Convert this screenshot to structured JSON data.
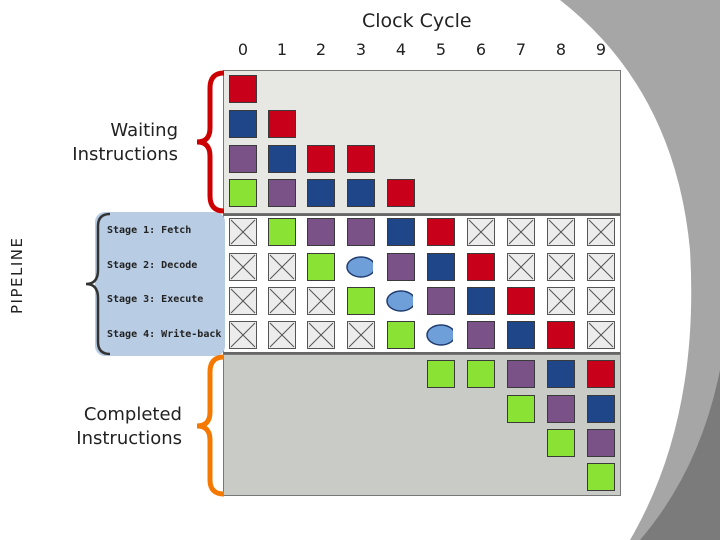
{
  "diagram": {
    "title": "Clock Cycle",
    "cycles": [
      "0",
      "1",
      "2",
      "3",
      "4",
      "5",
      "6",
      "7",
      "8",
      "9"
    ],
    "waiting_label": [
      "Waiting",
      "Instructions"
    ],
    "completed_label": [
      "Completed",
      "Instructions"
    ],
    "pipeline_label": "PIPELINE",
    "stages": [
      "Stage 1: Fetch",
      "Stage 2: Decode",
      "Stage 3: Execute",
      "Stage 4: Write-back"
    ],
    "colors": {
      "red": "#c8001a",
      "blue": "#1f4688",
      "purple": "#7a5288",
      "green": "#8ae234",
      "bubble": "#6f9fd8",
      "waiting_brace": "#cc0000",
      "pipeline_brace": "#333333",
      "completed_brace": "#f57900",
      "pipeline_band": "#b8cce4"
    },
    "waiting": [
      [
        "red"
      ],
      [
        "blue",
        "red"
      ],
      [
        "purple",
        "blue",
        "red",
        "red"
      ],
      [
        "green",
        "purple",
        "blue",
        "blue",
        "red"
      ]
    ],
    "pipeline": [
      [
        "empty",
        "green",
        "purple",
        "purple",
        "blue",
        "red",
        "empty",
        "empty",
        "empty",
        "empty"
      ],
      [
        "empty",
        "empty",
        "green",
        "bubble",
        "purple",
        "blue",
        "red",
        "empty",
        "empty",
        "empty"
      ],
      [
        "empty",
        "empty",
        "empty",
        "green",
        "bubble",
        "purple",
        "blue",
        "red",
        "empty",
        "empty"
      ],
      [
        "empty",
        "empty",
        "empty",
        "empty",
        "green",
        "bubble",
        "purple",
        "blue",
        "red",
        "empty"
      ]
    ],
    "completed": [
      [
        "",
        "",
        "",
        "",
        "",
        "green",
        "green",
        "purple",
        "blue",
        "red"
      ],
      [
        "",
        "",
        "",
        "",
        "",
        "",
        "",
        "green",
        "purple",
        "blue"
      ],
      [
        "",
        "",
        "",
        "",
        "",
        "",
        "",
        "",
        "green",
        "purple"
      ],
      [
        "",
        "",
        "",
        "",
        "",
        "",
        "",
        "",
        "",
        "green"
      ]
    ]
  }
}
